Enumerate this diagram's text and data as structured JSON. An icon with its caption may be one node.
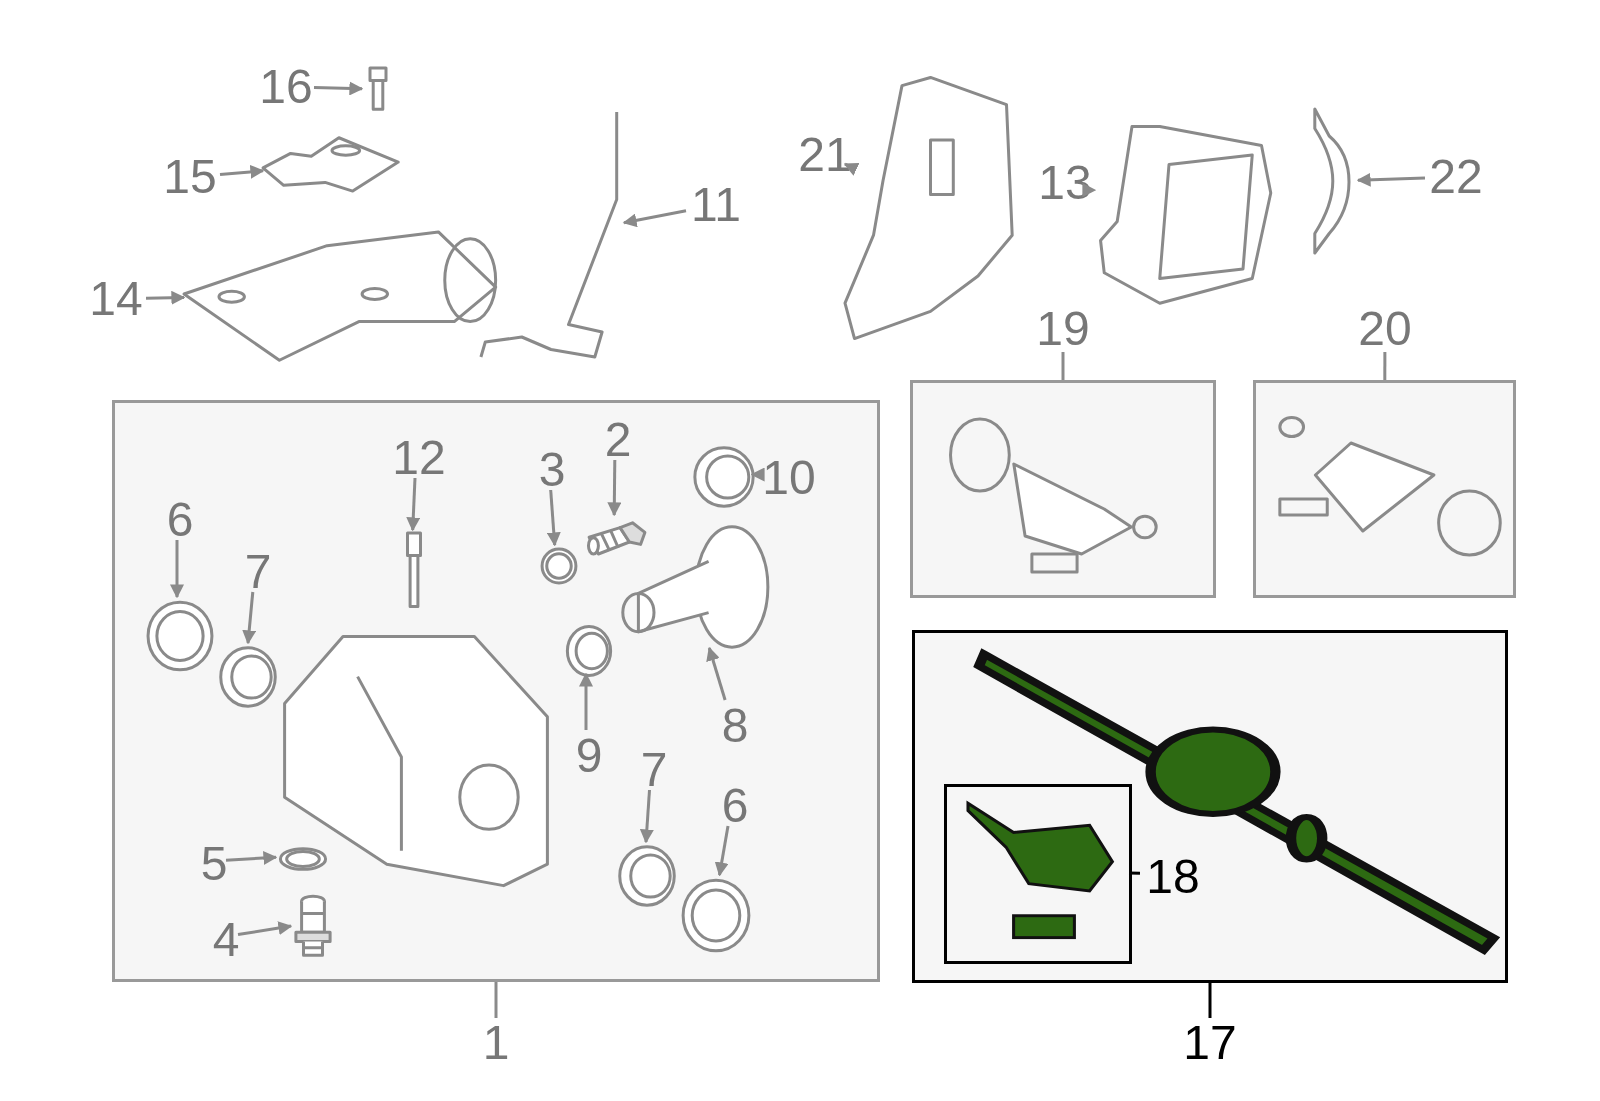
{
  "diagram": {
    "nodes": [
      {
        "text": [
          "16"
        ]
      },
      {
        "text": [],
        "shape": "picture"
      },
      {
        "text": [
          "15"
        ]
      },
      {
        "text": [],
        "shape": "picture"
      },
      {
        "text": [
          "14"
        ]
      },
      {
        "text": [],
        "shape": "picture"
      },
      {
        "text": [
          "11"
        ]
      },
      {
        "text": [],
        "shape": "picture"
      },
      {
        "text": [
          "21"
        ]
      },
      {
        "text": [],
        "shape": "picture"
      },
      {
        "text": [
          "13"
        ]
      },
      {
        "text": [],
        "shape": "picture"
      },
      {
        "text": [
          "22"
        ]
      },
      {
        "text": [],
        "shape": "picture"
      },
      {
        "text": [
          "19"
        ]
      },
      {
        "text": [],
        "shape": "box"
      },
      {
        "text": [],
        "shape": "picture",
        "in": 15
      },
      {
        "text": [
          "20"
        ]
      },
      {
        "text": [],
        "shape": "box"
      },
      {
        "text": [],
        "shape": "picture",
        "in": 18
      },
      {
        "text": [],
        "shape": "box"
      },
      {
        "text": [
          "12"
        ],
        "in": 20
      },
      {
        "text": [],
        "shape": "picture",
        "in": 20
      },
      {
        "text": [
          "3"
        ],
        "in": 20
      },
      {
        "text": [],
        "shape": "picture",
        "in": 20
      },
      {
        "text": [
          "2"
        ],
        "in": 20
      },
      {
        "text": [],
        "shape": "picture",
        "in": 20
      },
      {
        "text": [
          "10"
        ],
        "in": 20
      },
      {
        "text": [],
        "shape": "picture",
        "in": 20
      },
      {
        "text": [
          "6"
        ],
        "in": 20
      },
      {
        "text": [],
        "shape": "picture",
        "in": 20
      },
      {
        "text": [
          "7"
        ],
        "in": 20
      },
      {
        "text": [],
        "shape": "picture",
        "in": 20
      },
      {
        "text": [],
        "shape": "picture",
        "in": 20
      },
      {
        "text": [
          "9"
        ],
        "in": 20
      },
      {
        "text": [],
        "shape": "picture",
        "in": 20
      },
      {
        "text": [
          "8"
        ],
        "in": 20
      },
      {
        "text": [],
        "shape": "picture",
        "in": 20
      },
      {
        "text": [
          "5"
        ],
        "in": 20
      },
      {
        "text": [],
        "shape": "picture",
        "in": 20
      },
      {
        "text": [
          "4"
        ],
        "in": 20
      },
      {
        "text": [],
        "shape": "picture",
        "in": 20
      },
      {
        "text": [
          "7"
        ],
        "in": 20
      },
      {
        "text": [],
        "shape": "picture",
        "in": 20
      },
      {
        "text": [
          "6"
        ],
        "in": 20
      },
      {
        "text": [],
        "shape": "picture",
        "in": 20
      },
      {
        "text": [
          "1"
        ]
      },
      {
        "text": [],
        "shape": "box"
      },
      {
        "text": [],
        "shape": "picture",
        "in": 47
      },
      {
        "text": [],
        "shape": "box",
        "in": 47
      },
      {
        "text": [],
        "shape": "picture",
        "in": 49
      },
      {
        "text": [
          "18"
        ],
        "in": 47
      },
      {
        "text": [
          "17"
        ]
      }
    ],
    "edges": [
      {
        "from": 0,
        "to": 1,
        "arrow": "to"
      },
      {
        "from": 2,
        "to": 3,
        "arrow": "to"
      },
      {
        "from": 4,
        "to": 5,
        "arrow": "to"
      },
      {
        "from": 6,
        "to": 7,
        "arrow": "to"
      },
      {
        "from": 8,
        "to": 9,
        "arrow": "to"
      },
      {
        "from": 10,
        "to": 11,
        "arrow": "to"
      },
      {
        "from": 12,
        "to": 13,
        "arrow": "to"
      },
      {
        "from": 14,
        "to": 15,
        "arrow": "none"
      },
      {
        "from": 17,
        "to": 18,
        "arrow": "none"
      },
      {
        "from": 21,
        "to": 22,
        "arrow": "to"
      },
      {
        "from": 23,
        "to": 24,
        "arrow": "to"
      },
      {
        "from": 25,
        "to": 26,
        "arrow": "to"
      },
      {
        "from": 27,
        "to": 28,
        "arrow": "to"
      },
      {
        "from": 29,
        "to": 30,
        "arrow": "to"
      },
      {
        "from": 31,
        "to": 32,
        "arrow": "to"
      },
      {
        "from": 34,
        "to": 35,
        "arrow": "to"
      },
      {
        "from": 36,
        "to": 37,
        "arrow": "to"
      },
      {
        "from": 38,
        "to": 39,
        "arrow": "to"
      },
      {
        "from": 40,
        "to": 41,
        "arrow": "to"
      },
      {
        "from": 42,
        "to": 43,
        "arrow": "to"
      },
      {
        "from": 44,
        "to": 45,
        "arrow": "to"
      },
      {
        "from": 46,
        "to": 20,
        "arrow": "none"
      },
      {
        "from": 51,
        "to": 49,
        "arrow": "none",
        "color": "#000000"
      },
      {
        "from": 52,
        "to": 47,
        "arrow": "none",
        "color": "#000000"
      }
    ]
  }
}
